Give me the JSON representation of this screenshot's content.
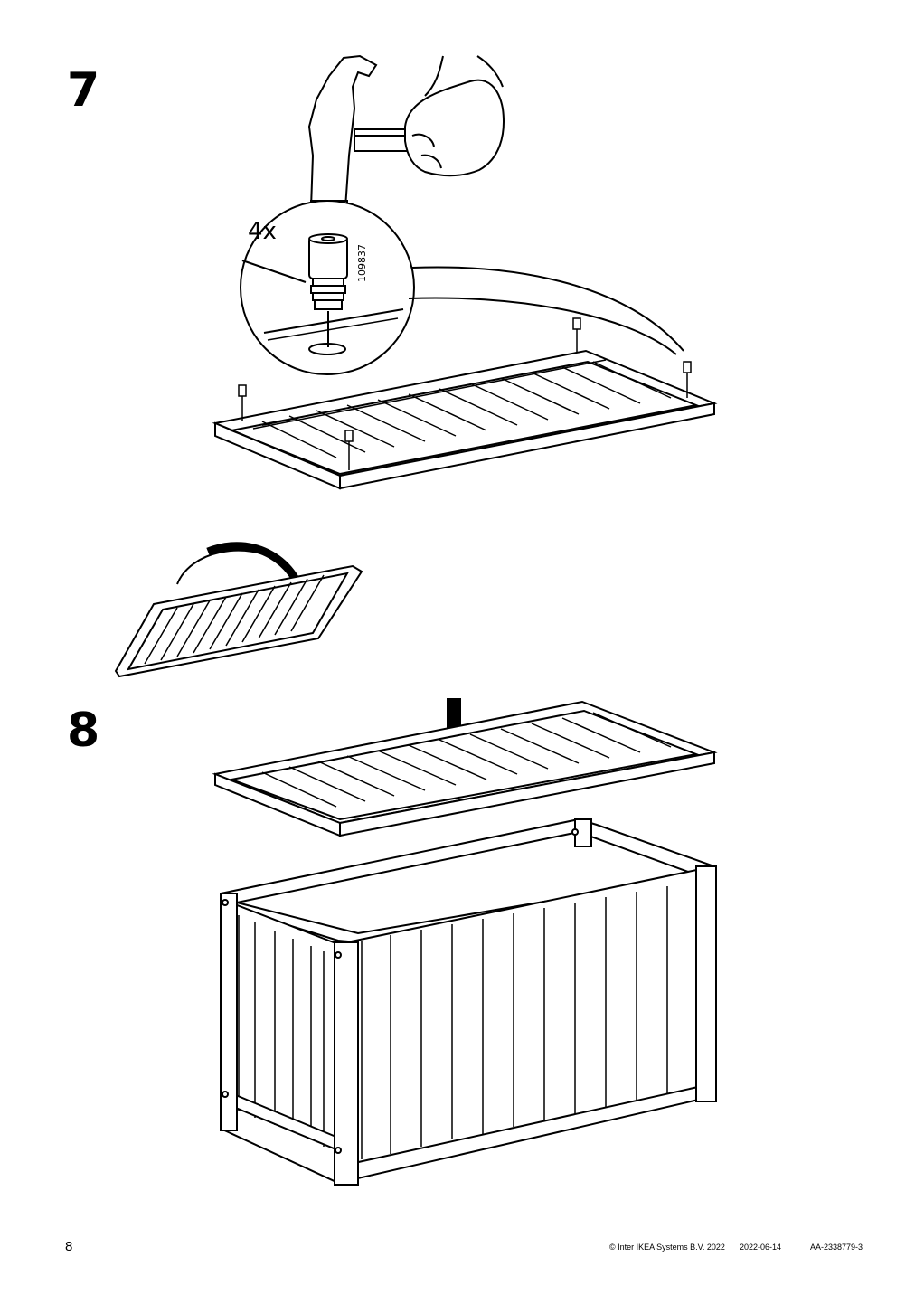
{
  "steps": [
    {
      "number": "7",
      "quantity": "4x",
      "part_number": "109837"
    },
    {
      "number": "8"
    }
  ],
  "footer": {
    "page_number": "8",
    "copyright": "© Inter IKEA Systems B.V. 2022",
    "date": "2022-06-14",
    "doc_id": "AA-2338779-3"
  }
}
